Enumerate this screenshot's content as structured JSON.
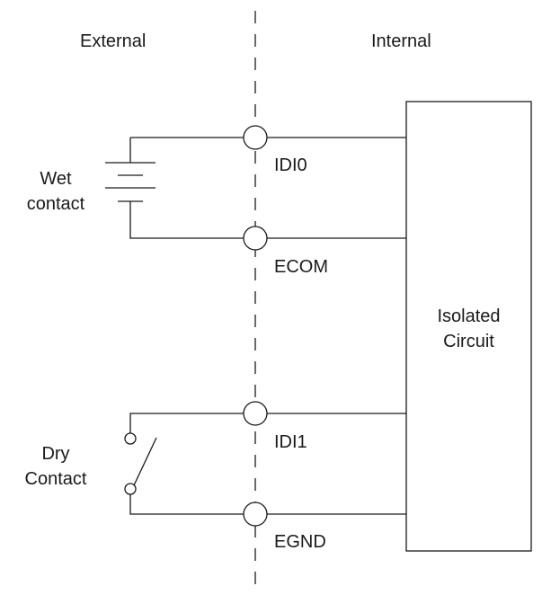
{
  "regions": {
    "external": "External",
    "internal": "Internal"
  },
  "wet_contact": {
    "line1": "Wet",
    "line2": "contact"
  },
  "dry_contact": {
    "line1": "Dry",
    "line2": "Contact"
  },
  "terminals": {
    "idi0": "IDI0",
    "ecom": "ECOM",
    "idi1": "IDI1",
    "egnd": "EGND"
  },
  "block": {
    "line1": "Isolated",
    "line2": "Circuit"
  }
}
